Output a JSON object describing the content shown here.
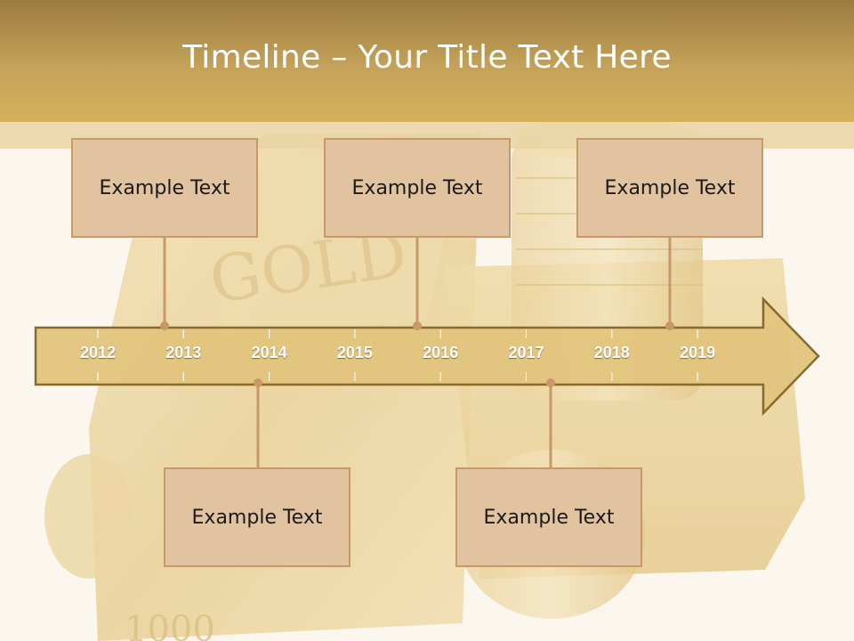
{
  "slide": {
    "title": "Timeline – Your Title Text Here"
  },
  "timeline": {
    "years": [
      "2012",
      "2013",
      "2014",
      "2015",
      "2016",
      "2017",
      "2018",
      "2019"
    ],
    "events": [
      {
        "label": "Example Text",
        "position": "above"
      },
      {
        "label": "Example Text",
        "position": "below"
      },
      {
        "label": "Example Text",
        "position": "above"
      },
      {
        "label": "Example Text",
        "position": "below"
      },
      {
        "label": "Example Text",
        "position": "above"
      }
    ]
  },
  "colors": {
    "header_top": "#9c7c3f",
    "header_bottom": "#d5b05b",
    "arrow_fill": "#e2c47c",
    "arrow_border": "#8a6a2c",
    "box_fill": "#e2c3a0",
    "box_border": "#c89868",
    "connector": "#c89868"
  },
  "background": {
    "image_subject": "gold bars and coins"
  }
}
